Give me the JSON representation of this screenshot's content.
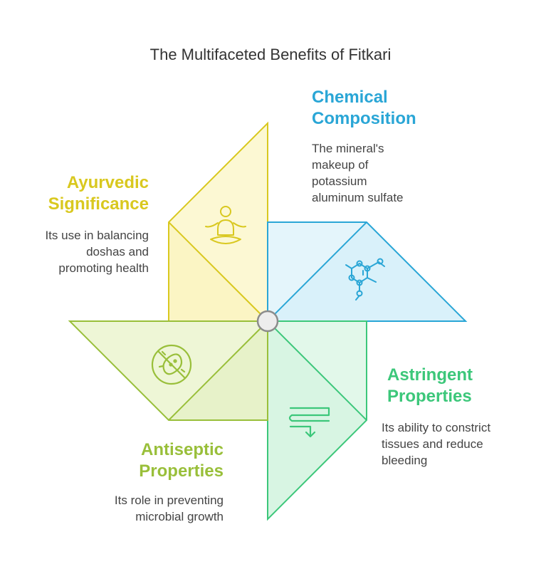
{
  "title": "The Multifaceted Benefits of Fitkari",
  "colors": {
    "yellow": "#d9c81f",
    "blue": "#2aa6d6",
    "green": "#3cc77a",
    "lime": "#99bf3a"
  },
  "sections": {
    "chemical": {
      "heading": [
        "Chemical",
        "Composition"
      ],
      "desc": [
        "The mineral's",
        "makeup of",
        "potassium",
        "aluminum sulfate"
      ],
      "icon": "molecule-icon"
    },
    "ayurvedic": {
      "heading": [
        "Ayurvedic",
        "Significance"
      ],
      "desc": [
        "Its use in balancing",
        "doshas and",
        "promoting health"
      ],
      "icon": "meditation-icon"
    },
    "astringent": {
      "heading": [
        "Astringent",
        "Properties"
      ],
      "desc": [
        "Its ability to constrict",
        "tissues and reduce",
        "bleeding"
      ],
      "icon": "constrict-arrows-icon"
    },
    "antiseptic": {
      "heading": [
        "Antiseptic",
        "Properties"
      ],
      "desc": [
        "Its role in preventing",
        "microbial growth"
      ],
      "icon": "no-bacteria-icon"
    }
  }
}
